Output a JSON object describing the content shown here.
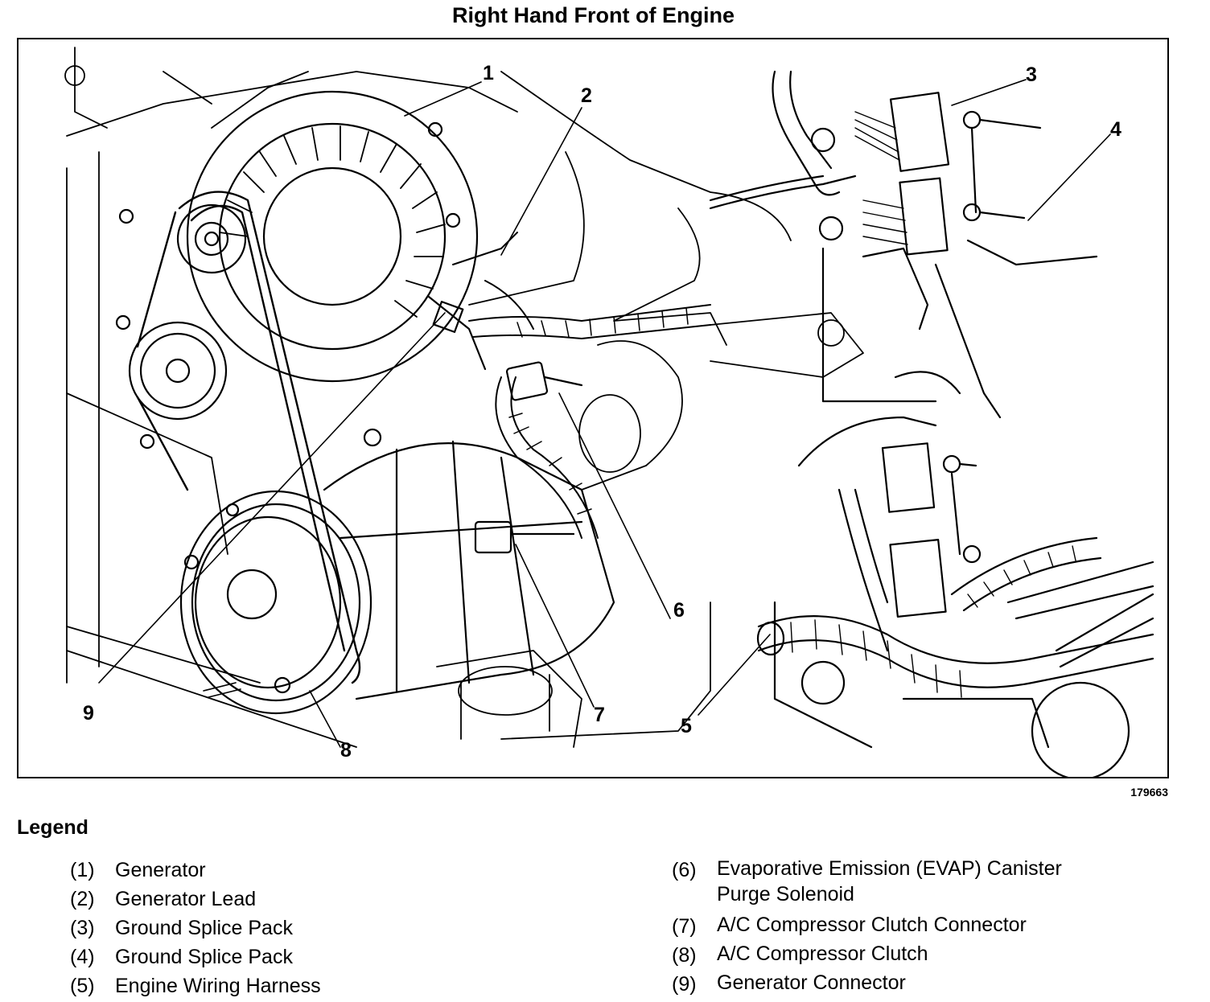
{
  "title": "Right Hand Front of Engine",
  "figure_number": "179663",
  "callouts": [
    "1",
    "2",
    "3",
    "4",
    "5",
    "6",
    "7",
    "8",
    "9"
  ],
  "legend": {
    "heading": "Legend",
    "left": [
      {
        "num": "(1)",
        "label": "Generator"
      },
      {
        "num": "(2)",
        "label": "Generator Lead"
      },
      {
        "num": "(3)",
        "label": "Ground Splice Pack"
      },
      {
        "num": "(4)",
        "label": "Ground Splice Pack"
      },
      {
        "num": "(5)",
        "label": "Engine Wiring Harness"
      }
    ],
    "right": [
      {
        "num": "(6)",
        "label": "Evaporative Emission (EVAP) Canister Purge Solenoid"
      },
      {
        "num": "(7)",
        "label": "A/C Compressor Clutch Connector"
      },
      {
        "num": "(8)",
        "label": "A/C Compressor Clutch"
      },
      {
        "num": "(9)",
        "label": "Generator Connector"
      }
    ]
  }
}
